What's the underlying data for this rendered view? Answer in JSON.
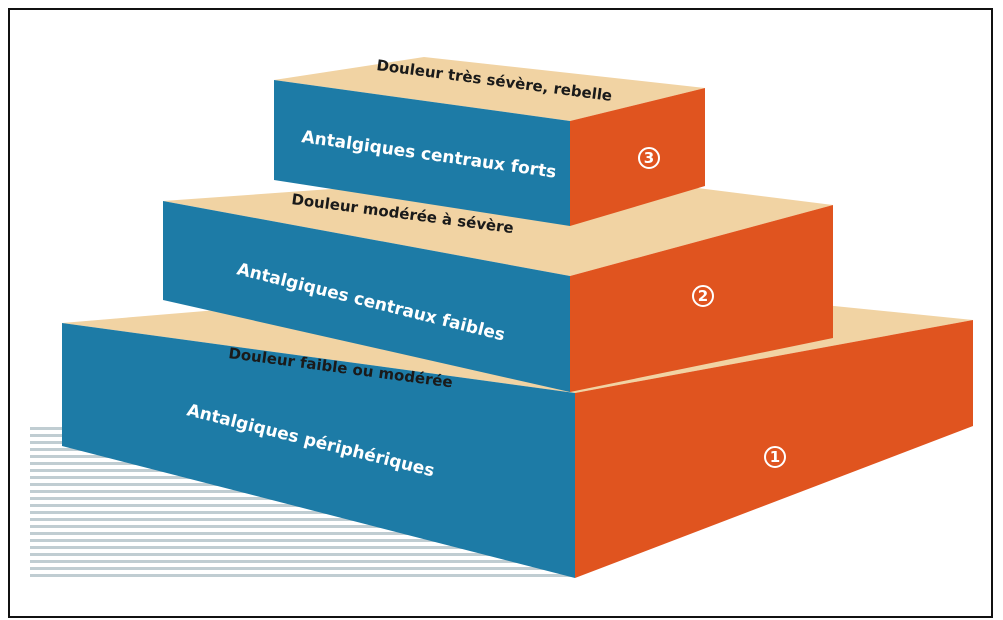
{
  "diagram": {
    "colors": {
      "top_face": "#f1d3a3",
      "front_face": "#1d7ba6",
      "side_face": "#e0541f",
      "ground": "#b9c7cd"
    },
    "steps": [
      {
        "number": "1",
        "pain_level": "Douleur faible ou modérée",
        "treatment": "Antalgiques périphériques"
      },
      {
        "number": "2",
        "pain_level": "Douleur modérée à sévère",
        "treatment": "Antalgiques centraux faibles"
      },
      {
        "number": "3",
        "pain_level": "Douleur très sévère, rebelle",
        "treatment": "Antalgiques centraux forts"
      }
    ]
  }
}
